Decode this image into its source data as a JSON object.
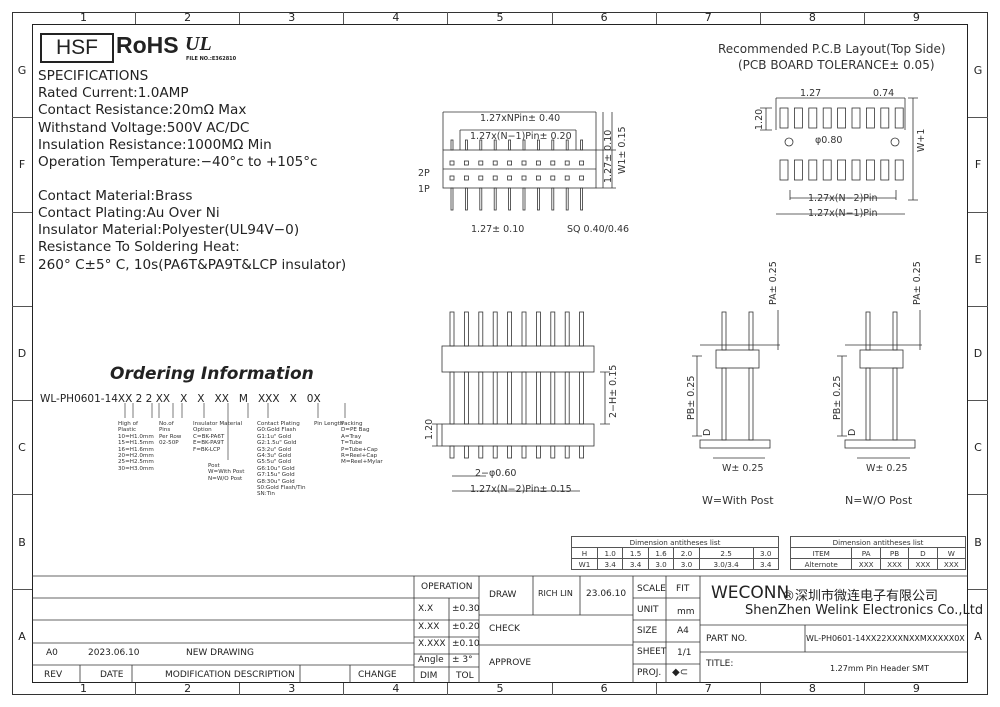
{
  "grid": {
    "cols": [
      "1",
      "2",
      "3",
      "4",
      "5",
      "6",
      "7",
      "8",
      "9"
    ],
    "rows": [
      "G",
      "F",
      "E",
      "D",
      "C",
      "B",
      "A"
    ]
  },
  "logo": {
    "brand": "HSF",
    "rohs": "RoHS",
    "ul": "UL",
    "file_no": "FILE NO.:E362810"
  },
  "specs": {
    "heading": "SPECIFICATIONS",
    "lines": [
      "Rated Current:1.0AMP",
      "Contact Resistance:20mΩ Max",
      "Withstand Voltage:500V AC/DC",
      "Insulation Resistance:1000MΩ Min",
      "Operation Temperature:−40°c to +105°c",
      "",
      "Contact Material:Brass",
      "Contact Plating:Au Over Ni",
      "Insulator Material:Polyester(UL94V−0)",
      "Resistance To Soldering Heat:",
      "260° C±5° C, 10s(PA6T&PA9T&LCP insulator)"
    ]
  },
  "ordering": {
    "title": "Ordering Information",
    "part_code": "WL-PH0601-14XX 2 2 XX   X   X   XX   M   XXX   X   0X",
    "notes": [
      {
        "lines": [
          "High of",
          "Plastic",
          "10=H1.0mm",
          "15=H1.5mm",
          "16=H1.6mm",
          "20=H2.0mm",
          "25=H2.5mm",
          "30=H3.0mm"
        ]
      },
      {
        "lines": [
          "No.of",
          "Pins",
          "Per Row",
          "02-50P"
        ]
      },
      {
        "lines": [
          "Insulator Material",
          "Option",
          "C=BK-PA6T",
          "E=BK-PA9T",
          "F=BK-LCP"
        ]
      },
      {
        "lines": [
          "Post",
          "W=With Post",
          "N=W/O Post"
        ]
      },
      {
        "lines": [
          "Contact Plating",
          "G0:Gold Flash",
          "G1:1u\" Gold",
          "G2:1.5u\" Gold",
          "G3:2u\" Gold",
          "G4:3u\" Gold",
          "G5:5u\" Gold",
          "G6:10u\" Gold",
          "G7:15u\" Gold",
          "G8:30u\" Gold",
          "S0:Gold Flash/Tin",
          "SN:Tin"
        ]
      },
      {
        "lines": [
          "Pin Length"
        ]
      },
      {
        "lines": [
          "Packing",
          "D=PE Bag",
          "A=Tray",
          "T=Tube",
          "P=Tube+Cap",
          "R=Reel+Cap",
          "M=Reel+Mylar"
        ]
      }
    ]
  },
  "pcb": {
    "title": "Recommended P.C.B Layout(Top Side)",
    "tolerance": "(PCB BOARD TOLERANCE± 0.05)",
    "dims": {
      "pitch": "1.27",
      "pad_w": "0.74",
      "pad_h": "1.20",
      "hole": "φ0.80",
      "w1": "W+1",
      "n2": "1.27x(N−2)Pin",
      "n1": "1.27x(N−1)Pin"
    }
  },
  "top_view": {
    "dims": {
      "np": "1.27xNPin± 0.40",
      "n1": "1.27x(N−1)Pin± 0.20",
      "w1": "W1± 0.15",
      "h1": "1.27± 0.10",
      "p2": "2P",
      "p1": "1P",
      "pitch": "1.27± 0.10",
      "sq": "SQ 0.40/0.46"
    }
  },
  "front_view": {
    "dims": {
      "h": "2−H± 0.15",
      "h20": "1.20",
      "hole": "2−φ0.60",
      "n2": "1.27x(N−2)Pin± 0.15"
    }
  },
  "side_views": {
    "with_post": {
      "label": "W=With Post",
      "pa": "PA± 0.25",
      "pb": "PB± 0.25",
      "d": "D",
      "w": "W± 0.25"
    },
    "wo_post": {
      "label": "N=W/O Post",
      "pa": "PA± 0.25",
      "pb": "PB± 0.25",
      "d": "D",
      "w": "W± 0.25"
    }
  },
  "dim_table1": {
    "title": "Dimension antitheses list",
    "header": [
      "H",
      "1.0",
      "1.5",
      "1.6",
      "2.0",
      "2.5",
      "3.0"
    ],
    "row": [
      "W1",
      "3.4",
      "3.4",
      "3.0",
      "3.0",
      "3.0/3.4",
      "3.4"
    ]
  },
  "dim_table2": {
    "title": "Dimension antitheses list",
    "header": [
      "ITEM",
      "PA",
      "PB",
      "D",
      "W"
    ],
    "row": [
      "Alternote",
      "XXX",
      "XXX",
      "XXX",
      "XXX"
    ]
  },
  "title_block": {
    "operation": "OPERATION",
    "tols": [
      [
        "X.X",
        "±0.30"
      ],
      [
        "X.XX",
        "±0.20"
      ],
      [
        "X.XXX",
        "±0.10"
      ],
      [
        "Angle",
        "± 3°"
      ]
    ],
    "dim": "DIM",
    "tol": "TOL",
    "draw": "DRAW",
    "drawer": "RICH LIN",
    "date": "23.06.10",
    "check": "CHECK",
    "approve": "APPROVE",
    "scale": "SCALE",
    "scale_val": "FIT",
    "unit": "UNIT",
    "unit_val": "mm",
    "size": "SIZE",
    "size_val": "A4",
    "sheet": "SHEET",
    "sheet_val": "1/1",
    "proj": "PROJ.",
    "company_en_logo": "WECONN",
    "company_cn": "®深圳市微连电子有限公司",
    "company_en": "ShenZhen Welink Electronics Co.,Ltd",
    "part_no_label": "PART NO.",
    "part_no": "WL-PH0601-14XX22XXXNXXMXXXXX0X",
    "title_label": "TITLE:",
    "title": "1.27mm Pin Header SMT",
    "revisions": [
      {
        "rev": "A0",
        "date": "2023.06.10",
        "desc": "NEW DRAWING",
        "change": ""
      }
    ],
    "rev_header": {
      "rev": "REV",
      "date": "DATE",
      "desc": "MODIFICATION DESCRIPTION",
      "change": "CHANGE"
    }
  }
}
